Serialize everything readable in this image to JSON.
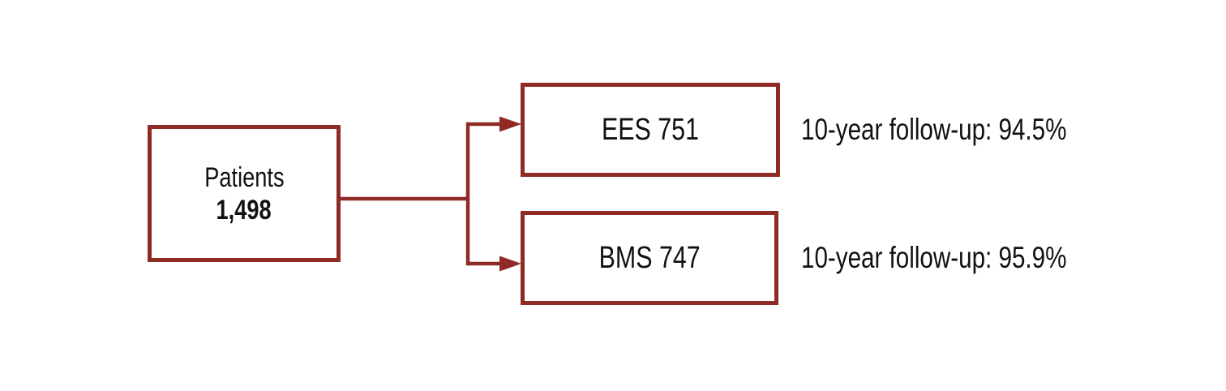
{
  "diagram": {
    "type": "flowchart",
    "root": {
      "label": "Patients",
      "value": "1,498"
    },
    "branches": [
      {
        "label": "EES 751",
        "note": "10-year follow-up: 94.5%"
      },
      {
        "label": "BMS 747",
        "note": "10-year follow-up: 95.9%"
      }
    ],
    "colors": {
      "line": "#8F2A25",
      "text": "#111111",
      "background": "#FFFFFF"
    }
  }
}
